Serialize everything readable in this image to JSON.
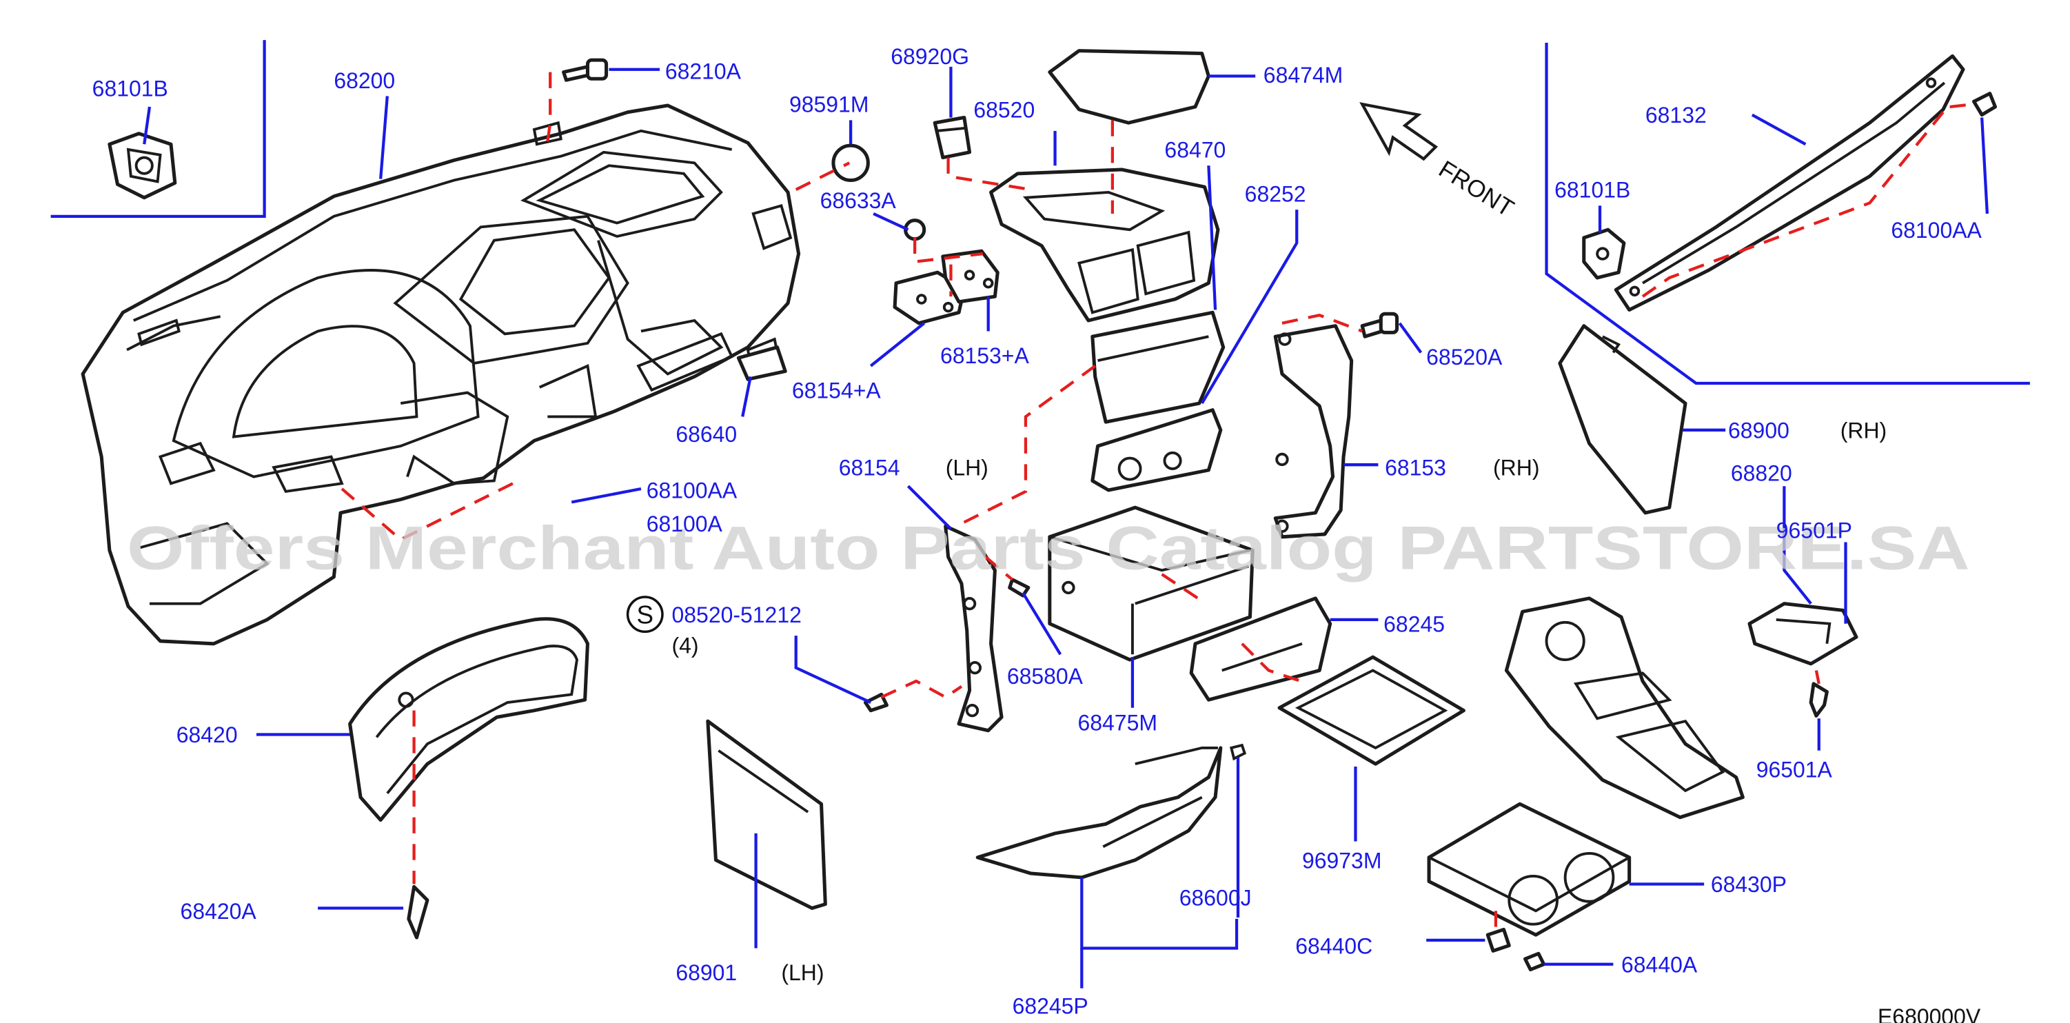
{
  "diagram": {
    "watermark": "Offers Merchant Auto Parts Catalog PARTSTORE.SA",
    "front_label": "FRONT",
    "diagram_code": "E680000V",
    "labels": {
      "p68101B_left": "68101B",
      "p68200": "68200",
      "p68210A": "68210A",
      "p98591M": "98591M",
      "p68920G": "68920G",
      "p68520": "68520",
      "p68474M": "68474M",
      "p68470": "68470",
      "p68633A": "68633A",
      "p68252": "68252",
      "p68153A": "68153+A",
      "p68154A": "68154+A",
      "p68520A": "68520A",
      "p68640": "68640",
      "p68154": "68154",
      "p68153": "68153",
      "p68100AA_left": "68100AA",
      "p68100A": "68100A",
      "p08520": "08520-51212",
      "p68580A": "68580A",
      "p68475M": "68475M",
      "p68245": "68245",
      "p68420": "68420",
      "p68420A": "68420A",
      "p96973M": "96973M",
      "p68600J": "68600J",
      "p68901": "68901",
      "p68245P": "68245P",
      "p68132": "68132",
      "p68101B_right": "68101B",
      "p68100AA_right": "68100AA",
      "p68900": "68900",
      "p68820": "68820",
      "p96501P": "96501P",
      "p96501A": "96501A",
      "p68430P": "68430P",
      "p68440C": "68440C",
      "p68440A": "68440A"
    },
    "notes": {
      "lh_1": "(LH)",
      "rh_1": "(RH)",
      "rh_2": "(RH)",
      "lh_2": "(LH)",
      "qty": "(4)",
      "s_symbol": "S"
    }
  }
}
